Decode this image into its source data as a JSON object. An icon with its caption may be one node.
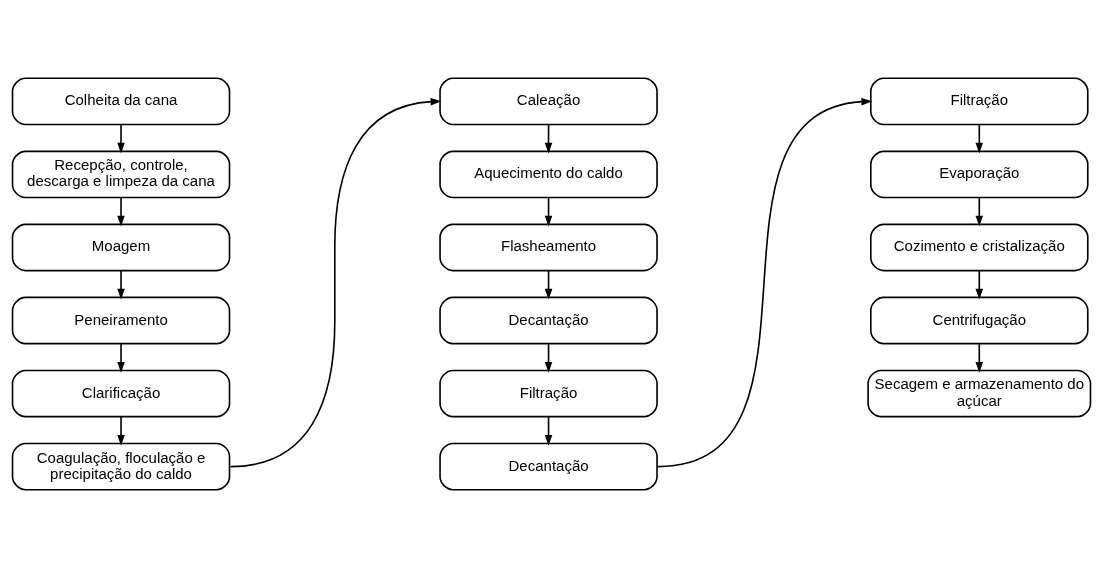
{
  "diagram": {
    "nodes": [
      {
        "text": [
          "Colheita da cana"
        ]
      },
      {
        "text": [
          "Recepção, controle, descarga e limpeza da cana"
        ]
      },
      {
        "text": [
          "Moagem"
        ]
      },
      {
        "text": [
          "Peneiramento"
        ]
      },
      {
        "text": [
          "Clarificação"
        ]
      },
      {
        "text": [
          "Coagulação, floculação e precipitação do caldo"
        ]
      },
      {
        "text": [
          "Caleação"
        ]
      },
      {
        "text": [
          "Aquecimento do caldo"
        ]
      },
      {
        "text": [
          "Flasheamento"
        ]
      },
      {
        "text": [
          "Decantação"
        ]
      },
      {
        "text": [
          "Filtração"
        ]
      },
      {
        "text": [
          "Decantação"
        ]
      },
      {
        "text": [
          "Filtração"
        ]
      },
      {
        "text": [
          "Evaporação"
        ]
      },
      {
        "text": [
          "Cozimento e cristalização"
        ]
      },
      {
        "text": [
          "Centrifugação"
        ]
      },
      {
        "text": [
          "Secagem e armazenamento do açúcar"
        ]
      }
    ],
    "edges": [
      {
        "from": 0,
        "to": 1,
        "arrow": "to"
      },
      {
        "from": 1,
        "to": 2,
        "arrow": "to"
      },
      {
        "from": 2,
        "to": 3,
        "arrow": "to"
      },
      {
        "from": 3,
        "to": 4,
        "arrow": "to"
      },
      {
        "from": 4,
        "to": 5,
        "arrow": "to"
      },
      {
        "from": 5,
        "to": 6,
        "arrow": "to"
      },
      {
        "from": 6,
        "to": 7,
        "arrow": "to"
      },
      {
        "from": 7,
        "to": 8,
        "arrow": "to"
      },
      {
        "from": 8,
        "to": 9,
        "arrow": "to"
      },
      {
        "from": 9,
        "to": 10,
        "arrow": "to"
      },
      {
        "from": 10,
        "to": 11,
        "arrow": "to"
      },
      {
        "from": 11,
        "to": 12,
        "arrow": "to"
      },
      {
        "from": 12,
        "to": 13,
        "arrow": "to"
      },
      {
        "from": 13,
        "to": 14,
        "arrow": "to"
      },
      {
        "from": 14,
        "to": 15,
        "arrow": "to"
      },
      {
        "from": 15,
        "to": 16,
        "arrow": "to"
      }
    ]
  }
}
